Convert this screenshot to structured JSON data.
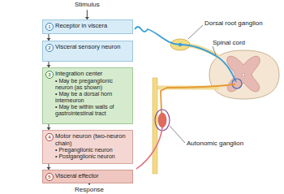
{
  "diagram": {
    "nodes": [
      {
        "text": [
          "1",
          "Receptor in viscera"
        ]
      },
      {
        "text": [
          "2",
          "Visceral sensory neuron"
        ]
      },
      {
        "text": [
          "3",
          "Integration center",
          "• May be preganglionic neuron (as shown)",
          "• May be a dorsal horn interneuron",
          "• May be within walls of gastrointestinal tract"
        ]
      },
      {
        "text": [
          "4",
          "Motor neuron (two-neuron chain)",
          "• Preganglionic neuron",
          "• Postganglionic neuron"
        ]
      },
      {
        "text": [
          "5",
          "Visceral effector"
        ]
      }
    ],
    "edges": [
      {
        "from": 0,
        "to": 1,
        "arrow": "to"
      },
      {
        "from": 1,
        "to": 2,
        "arrow": "to"
      },
      {
        "from": 2,
        "to": 3,
        "arrow": "to"
      },
      {
        "from": 3,
        "to": 4,
        "arrow": "to"
      }
    ],
    "labels": [
      "Stimulus",
      "Dorsal root ganglion",
      "Spinal cord",
      "Autonomic ganglion",
      "Response"
    ]
  }
}
